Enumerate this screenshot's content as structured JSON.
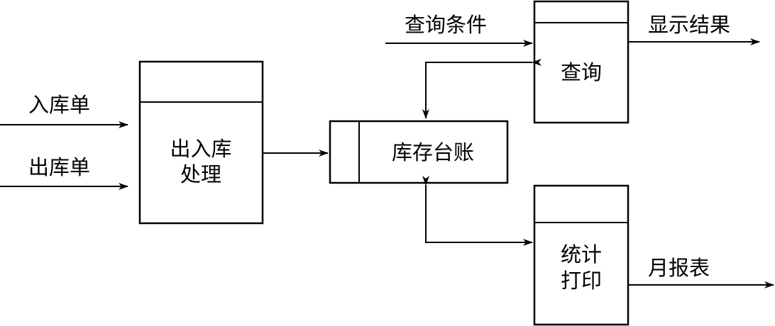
{
  "processes": {
    "inout": {
      "line1": "出入库",
      "line2": "处理"
    },
    "query": {
      "label": "查询"
    },
    "stats": {
      "line1": "统计",
      "line2": "打印"
    }
  },
  "datastore": {
    "label": "库存台账"
  },
  "flows": {
    "in_slip": "入库单",
    "out_slip": "出库单",
    "query_condition": "查询条件",
    "display_result": "显示结果",
    "monthly_report": "月报表"
  }
}
